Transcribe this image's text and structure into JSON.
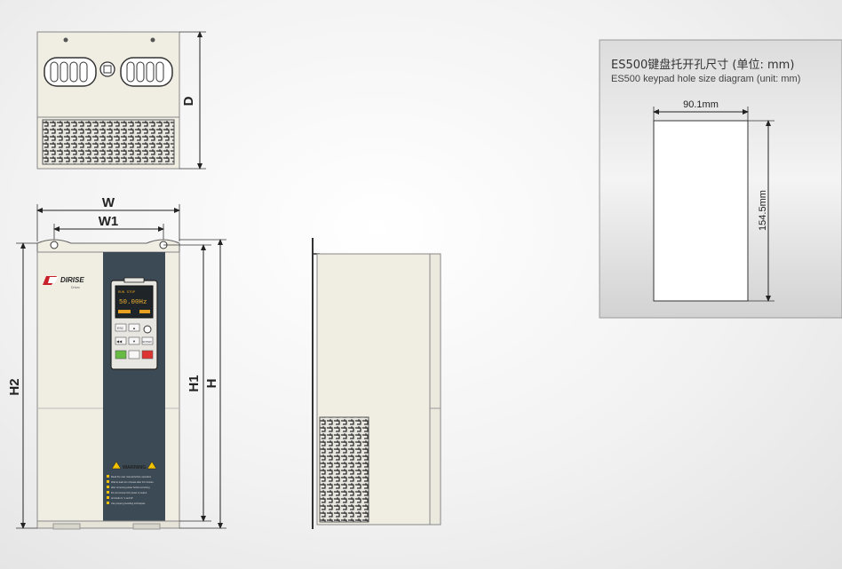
{
  "dimension_labels": {
    "D": "D",
    "W": "W",
    "W1": "W1",
    "H": "H",
    "H1": "H1",
    "H2": "H2"
  },
  "front_view": {
    "brand": "DIRISE",
    "brand_sub": "Drives",
    "display_value": "50.00Hz",
    "display_top": "RUN  STOP",
    "display_unit": "Hz",
    "keys": [
      "ESC",
      "▲",
      "ENTER",
      "◀◀",
      "▼",
      "SHIFT",
      "RUN",
      "",
      "STOP"
    ],
    "warning_title": "WARNING",
    "warning_lines": [
      "Read the user manual before operation",
      "Wait at least ten minutes after 10 minutes",
      "after removing power before servicing",
      "Do not connect AC power to output",
      "terminals U, V and W",
      "Use proper grounding techniques"
    ]
  },
  "keypad_panel": {
    "title": "ES500键盘托开孔尺寸 (单位: mm)",
    "subtitle": "ES500 keypad hole size diagram (unit: mm)",
    "width_label": "90.1mm",
    "height_label": "154.5mm"
  },
  "colors": {
    "body": "#f0ede3",
    "stripe": "#3c4a55",
    "brand_red": "#c8202a",
    "lcd": "#e8a020",
    "run_green": "#66bb44",
    "stop_red": "#dd3333",
    "panel_bg": "#d6d6d6"
  }
}
